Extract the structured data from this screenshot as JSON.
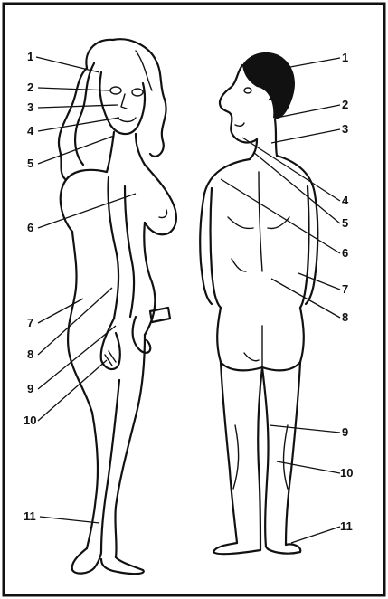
{
  "figure": {
    "female_labels": [
      "1",
      "2",
      "3",
      "4",
      "5",
      "6",
      "7",
      "8",
      "9",
      "10",
      "11"
    ],
    "male_labels": [
      "1",
      "2",
      "3",
      "4",
      "5",
      "6",
      "7",
      "8",
      "9",
      "10",
      "11"
    ]
  }
}
